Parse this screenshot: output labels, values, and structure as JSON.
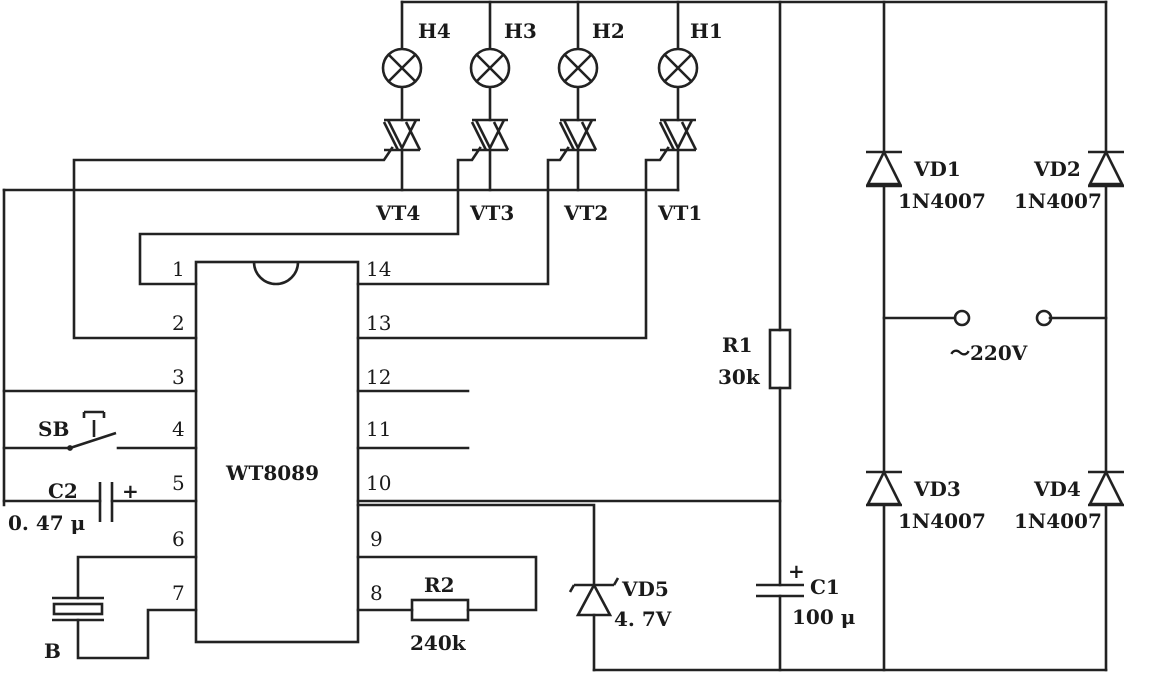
{
  "ic": {
    "name": "WT8089"
  },
  "pins": {
    "p1": "1",
    "p2": "2",
    "p3": "3",
    "p4": "4",
    "p5": "5",
    "p6": "6",
    "p7": "7",
    "p8": "8",
    "p9": "9",
    "p10": "10",
    "p11": "11",
    "p12": "12",
    "p13": "13",
    "p14": "14"
  },
  "lamps": {
    "h1": "H1",
    "h2": "H2",
    "h3": "H3",
    "h4": "H4"
  },
  "triacs": {
    "vt1": "VT1",
    "vt2": "VT2",
    "vt3": "VT3",
    "vt4": "VT4"
  },
  "diodes": {
    "vd1": {
      "label": "VD1",
      "part": "1N4007"
    },
    "vd2": {
      "label": "VD2",
      "part": "1N4007"
    },
    "vd3": {
      "label": "VD3",
      "part": "1N4007"
    },
    "vd4": {
      "label": "VD4",
      "part": "1N4007"
    },
    "vd5": {
      "label": "VD5",
      "value": "4. 7V"
    }
  },
  "r1": {
    "label": "R1",
    "value": "30k"
  },
  "r2": {
    "label": "R2",
    "value": "240k"
  },
  "c1": {
    "label": "C1",
    "value": "100 μ",
    "plus": "+"
  },
  "c2": {
    "label": "C2",
    "value": "0. 47 μ",
    "plus": "+"
  },
  "sb": {
    "label": "SB"
  },
  "b": {
    "label": "B"
  },
  "ac": {
    "label": "～220V"
  }
}
